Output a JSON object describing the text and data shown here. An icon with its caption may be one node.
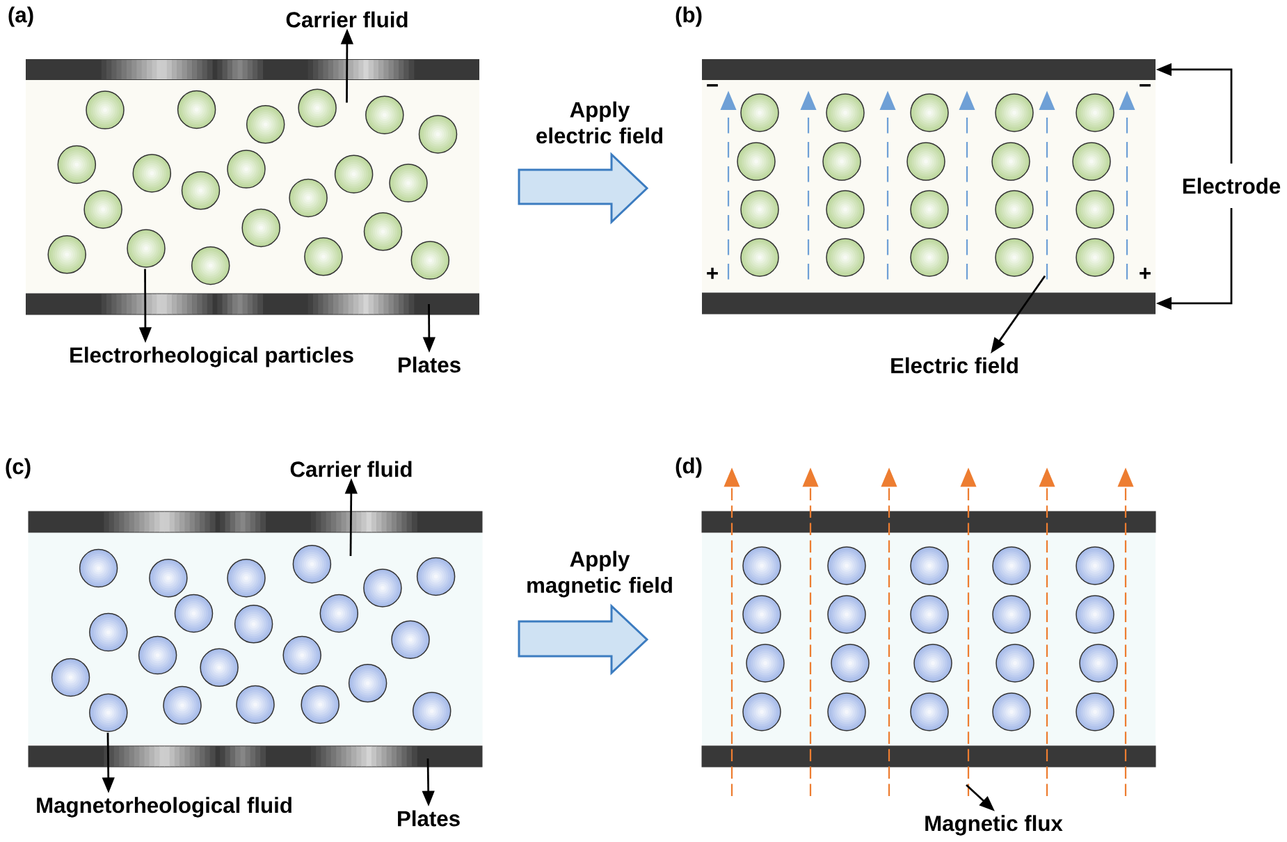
{
  "diagram": {
    "nodes": [
      {
        "text": [
          "Carrier fluid"
        ]
      },
      {
        "text": [],
        "shape": "box"
      },
      {
        "text": [
          "Electrorheological particles"
        ]
      },
      {
        "text": [],
        "shape": "bar"
      },
      {
        "text": [],
        "shape": "bar"
      },
      {
        "text": [
          "Plates"
        ]
      },
      {
        "text": [],
        "shape": "bar",
        "beside": [
          "−",
          "−"
        ]
      },
      {
        "text": [],
        "shape": "bar",
        "beside": [
          "+",
          "+"
        ]
      },
      {
        "text": [
          "Electrode"
        ]
      },
      {
        "text": [],
        "shape": "arrow"
      },
      {
        "text": [],
        "shape": "arrow"
      },
      {
        "text": [],
        "shape": "arrow"
      },
      {
        "text": [],
        "shape": "arrow"
      },
      {
        "text": [],
        "shape": "arrow"
      },
      {
        "text": [],
        "shape": "arrow"
      },
      {
        "text": [
          "Electric field"
        ]
      },
      {
        "text": [
          "Carrier fluid"
        ]
      },
      {
        "text": [],
        "shape": "box"
      },
      {
        "text": [
          "Magnetorheological fluid"
        ]
      },
      {
        "text": [],
        "shape": "bar"
      },
      {
        "text": [],
        "shape": "bar"
      },
      {
        "text": [
          "Plates"
        ]
      },
      {
        "text": [],
        "shape": "bar"
      },
      {
        "text": [],
        "shape": "bar"
      },
      {
        "text": [],
        "shape": "arrow"
      },
      {
        "text": [],
        "shape": "arrow"
      },
      {
        "text": [],
        "shape": "arrow"
      },
      {
        "text": [],
        "shape": "arrow"
      },
      {
        "text": [],
        "shape": "arrow"
      },
      {
        "text": [],
        "shape": "arrow"
      },
      {
        "text": [
          "Magnetic flux"
        ]
      }
    ],
    "edges": [
      {
        "from": 1,
        "to": 0,
        "arrow": "to"
      },
      {
        "from": 1,
        "to": 2,
        "arrow": "to"
      },
      {
        "from": 4,
        "to": 5,
        "arrow": "to"
      },
      {
        "from": 8,
        "to": 6,
        "arrow": "to"
      },
      {
        "from": 8,
        "to": 7,
        "arrow": "to"
      },
      {
        "from": 13,
        "to": 15,
        "arrow": "to"
      },
      {
        "from": 17,
        "to": 16,
        "arrow": "to"
      },
      {
        "from": 17,
        "to": 18,
        "arrow": "to"
      },
      {
        "from": 20,
        "to": 21,
        "arrow": "to"
      },
      {
        "from": 27,
        "to": 30,
        "arrow": "to"
      }
    ],
    "labels": [
      "(a)",
      "(b)",
      "Apply electric field",
      "(c)",
      "(d)",
      "Apply magnetic field"
    ]
  }
}
